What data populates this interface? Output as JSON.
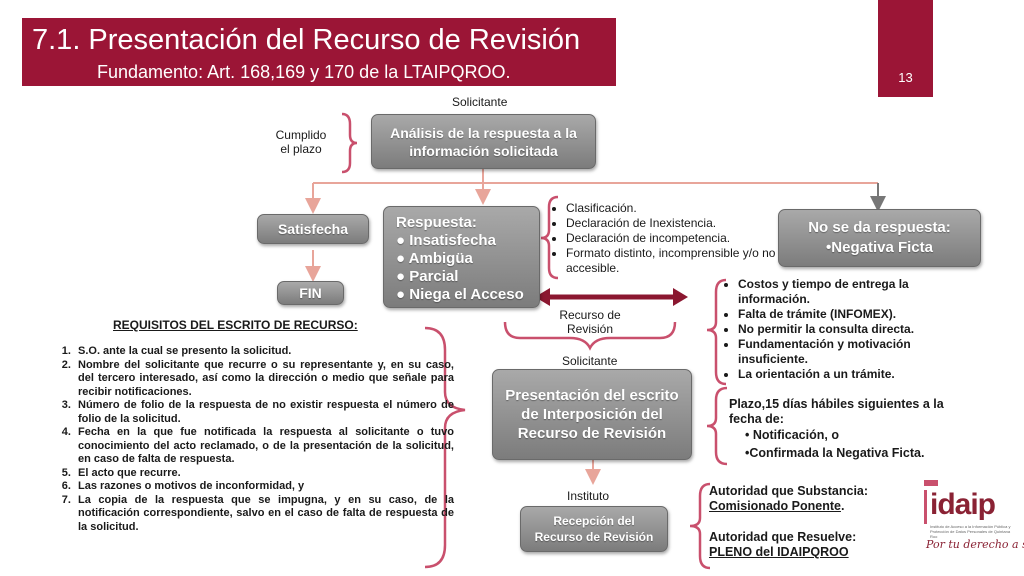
{
  "header": {
    "title": "7.1. Presentación del Recurso de Revisión",
    "subtitle": "Fundamento: Art. 168,169 y 170 de la LTAIPQROO.",
    "page_number": "13"
  },
  "labels": {
    "solicitante_top": "Solicitante",
    "cumplido_line1": "Cumplido",
    "cumplido_line2": "el plazo",
    "recurso_line1": "Recurso de",
    "recurso_line2": "Revisión",
    "solicitante_mid": "Solicitante",
    "instituto": "Instituto"
  },
  "boxes": {
    "analisis_line1": "Análisis de la respuesta a la",
    "analisis_line2": "información solicitada",
    "satisfecha": "Satisfecha",
    "fin": "FIN",
    "respuesta_title": "Respuesta:",
    "respuesta_items": [
      "Insatisfecha",
      "Ambigüa",
      "Parcial",
      "Niega el Acceso"
    ],
    "no_respuesta_line1": "No se da respuesta:",
    "no_respuesta_line2": "•Negativa Ficta",
    "presentacion_line1": "Presentación del escrito",
    "presentacion_line2": "de Interposición del",
    "presentacion_line3": "Recurso de Revisión",
    "recepcion_line1": "Recepción del",
    "recepcion_line2": "Recurso de Revisión"
  },
  "respuesta_bullets": [
    "Clasificación.",
    "Declaración  de Inexistencia.",
    "Declaración de incompetencia.",
    "Formato distinto, incomprensible y/o no accesible."
  ],
  "causas_bullets": [
    "Costos y tiempo de entrega la información.",
    "Falta de trámite (INFOMEX).",
    "No permitir la consulta directa.",
    "Fundamentación y motivación insuficiente.",
    "La orientación a un trámite."
  ],
  "plazo": {
    "line1": "Plazo,15 días hábiles siguientes a la",
    "line2": "fecha de:",
    "item1": "• Notificación, o",
    "item2": "•Confirmada la  Negativa Ficta."
  },
  "autoridad": {
    "substancia_label": "Autoridad que Substancia:",
    "substancia_value": "Comisionado Ponente",
    "substancia_period": ".",
    "resuelve_label": "Autoridad que Resuelve:",
    "resuelve_value": "PLENO del IDAIPQROO"
  },
  "requisitos": {
    "title": "REQUISITOS  DEL ESCRITO DE RECURSO:",
    "items": [
      "S.O. ante la cual se presento la solicitud.",
      "Nombre del solicitante que recurre o su representante y, en su caso, del tercero interesado, así como la dirección o medio que señale para recibir notificaciones.",
      "Número de folio de la respuesta   de no existir respuesta el número de folio de la solicitud.",
      "Fecha en la que fue notificada la respuesta al solicitante o tuvo conocimiento del acto reclamado, o de la presentación de la solicitud, en caso de falta de respuesta.",
      "El acto que recurre.",
      "Las razones o motivos de inconformidad, y",
      "La copia de la respuesta que se impugna, y en su caso, de la notificación correspondiente, salvo en el caso de falta de respuesta de la solicitud."
    ]
  },
  "logo": {
    "name": "idaip",
    "small_text": "Instituto de Acceso a la Información Pública y Protección de Datos Personales de Quintana Roo",
    "slogan": "Por tu derecho a saber"
  },
  "colors": {
    "brand": "#9b1536",
    "box_gray": "#8e8e8e",
    "connector": "#e8a59a"
  }
}
